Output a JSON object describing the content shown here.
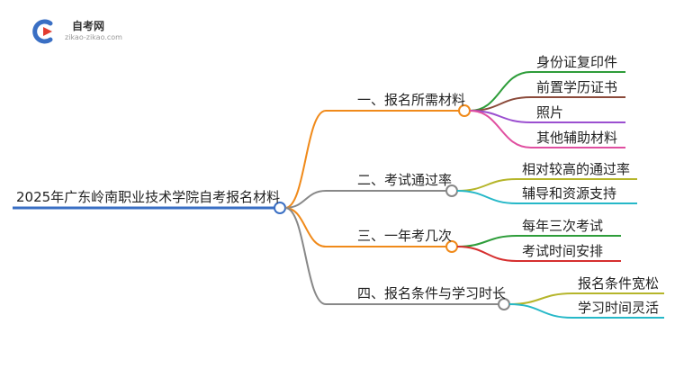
{
  "logo": {
    "name": "自考网",
    "url": "zikao-zikao.com",
    "icon": "zikao-logo-icon"
  },
  "root": {
    "label": "2025年广东岭南职业技术学院自考报名材料"
  },
  "branches": [
    {
      "label": "一、报名所需材料",
      "color": "#f08a1a",
      "children": [
        {
          "label": "身份证复印件",
          "color": "#2e9d3a"
        },
        {
          "label": "前置学历证书",
          "color": "#8b4a3a"
        },
        {
          "label": "照片",
          "color": "#9b4fd0"
        },
        {
          "label": "其他辅助材料",
          "color": "#e04fa0"
        }
      ]
    },
    {
      "label": "二、考试通过率",
      "color": "#888888",
      "children": [
        {
          "label": "相对较高的通过率",
          "color": "#b5b52a"
        },
        {
          "label": "辅导和资源支持",
          "color": "#26b8c8"
        }
      ]
    },
    {
      "label": "三、一年考几次",
      "color": "#f08a1a",
      "children": [
        {
          "label": "每年三次考试",
          "color": "#2e9d3a"
        },
        {
          "label": "考试时间安排",
          "color": "#d62f2f"
        }
      ]
    },
    {
      "label": "四、报名条件与学习时长",
      "color": "#888888",
      "children": [
        {
          "label": "报名条件宽松",
          "color": "#b5b52a"
        },
        {
          "label": "学习时间灵活",
          "color": "#26b8c8"
        }
      ]
    }
  ]
}
